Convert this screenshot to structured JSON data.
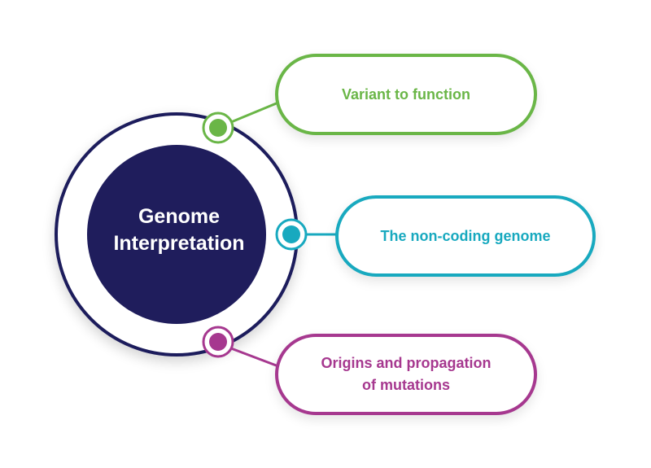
{
  "center": {
    "line1": "Genome",
    "line2": "Interpretation"
  },
  "topics": [
    {
      "label": "Variant to function",
      "color": "#6ab647"
    },
    {
      "label": "The non-coding genome",
      "color": "#18a9bf"
    },
    {
      "line1": "Origins and propagation",
      "line2": "of mutations",
      "color": "#a6388f"
    }
  ],
  "colors": {
    "navy": "#1f1d5c",
    "green": "#6ab647",
    "teal": "#18a9bf",
    "purple": "#a6388f"
  }
}
